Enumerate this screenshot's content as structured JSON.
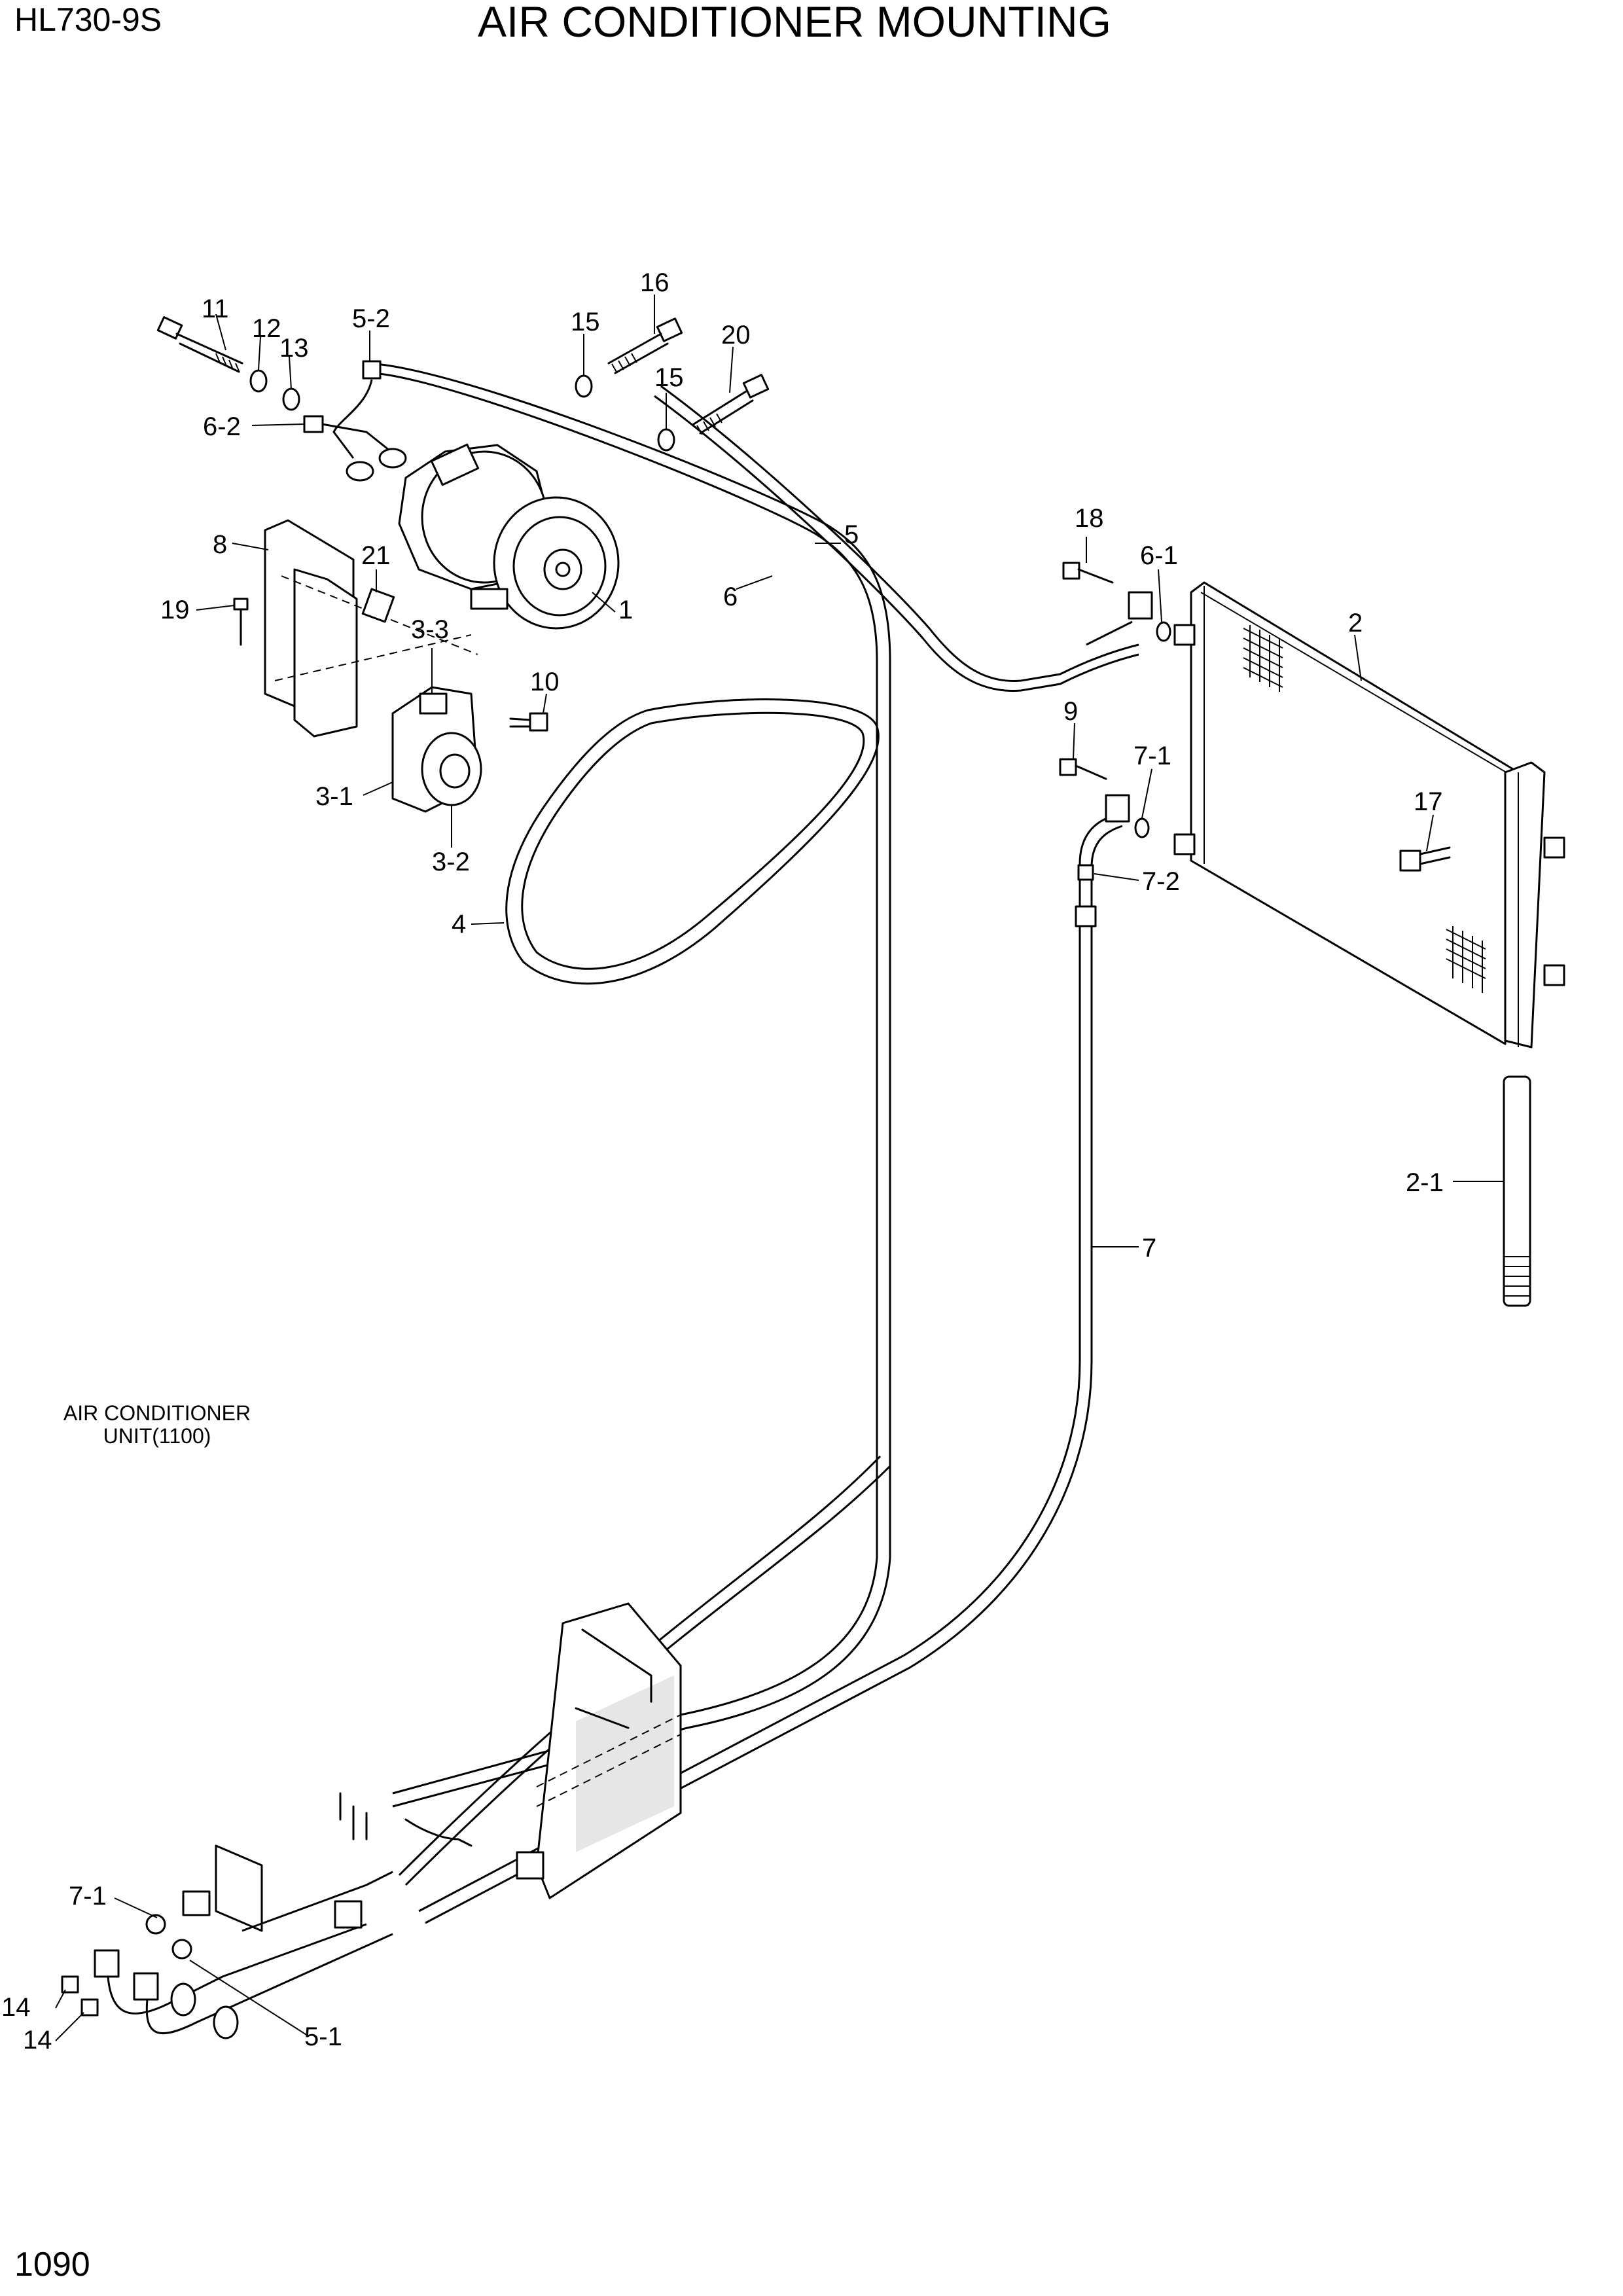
{
  "header": {
    "model": "HL730-9S",
    "title": "AIR CONDITIONER MOUNTING"
  },
  "page_number": "1090",
  "note": {
    "line1": "AIR CONDITIONER",
    "line2": "UNIT(1100)"
  },
  "callouts": [
    "11",
    "12",
    "13",
    "5-2",
    "16",
    "15",
    "20",
    "15",
    "6-2",
    "5",
    "6",
    "18",
    "6-1",
    "2",
    "8",
    "21",
    "1",
    "19",
    "3-3",
    "10",
    "9",
    "7-1",
    "17",
    "3-1",
    "7-2",
    "3-2",
    "4",
    "2-1",
    "7",
    "7-1",
    "14",
    "14",
    "5-1"
  ]
}
